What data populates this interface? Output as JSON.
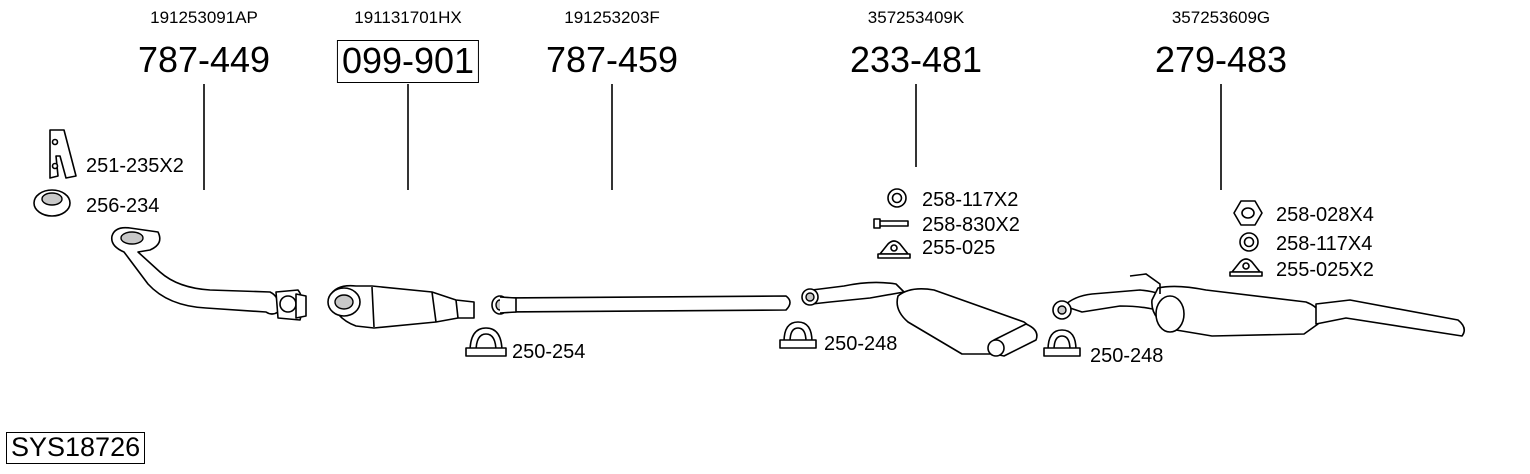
{
  "system_code": "SYS18726",
  "parts": [
    {
      "oem": "191253091AP",
      "number": "787-449",
      "boxed": false
    },
    {
      "oem": "191131701HX",
      "number": "099-901",
      "boxed": true
    },
    {
      "oem": "191253203F",
      "number": "787-459",
      "boxed": false
    },
    {
      "oem": "357253409K",
      "number": "233-481",
      "boxed": false
    },
    {
      "oem": "357253609G",
      "number": "279-483",
      "boxed": false
    }
  ],
  "accessories": [
    {
      "label": "251-235X2",
      "icon": "bracket-icon"
    },
    {
      "label": "256-234",
      "icon": "gasket-ring-icon"
    },
    {
      "label": "250-254",
      "icon": "clamp-icon"
    },
    {
      "label": "258-117X2",
      "icon": "washer-icon"
    },
    {
      "label": "258-830X2",
      "icon": "bolt-icon"
    },
    {
      "label": "255-025",
      "icon": "rubber-mount-icon"
    },
    {
      "label": "250-248",
      "icon": "clamp-icon"
    },
    {
      "label": "250-248",
      "icon": "clamp-icon"
    },
    {
      "label": "258-028X4",
      "icon": "hex-nut-icon"
    },
    {
      "label": "258-117X4",
      "icon": "washer-icon"
    },
    {
      "label": "255-025X2",
      "icon": "rubber-mount-icon"
    }
  ]
}
